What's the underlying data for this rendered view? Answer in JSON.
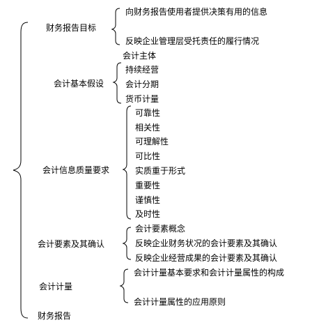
{
  "diagram": {
    "nodes": {
      "goal": "财务报告目标",
      "goal_1": "向财务报告使用者提供决策有用的信息",
      "goal_2": "反映企业管理层受托责任的履行情况",
      "assume": "会计基本假设",
      "assume_1": "会计主体",
      "assume_2": "持续经营",
      "assume_3": "会计分期",
      "assume_4": "货币计量",
      "quality": "会计信息质量要求",
      "quality_1": "可靠性",
      "quality_2": "相关性",
      "quality_3": "可理解性",
      "quality_4": "可比性",
      "quality_5": "实质重于形式",
      "quality_6": "重要性",
      "quality_7": "谨慎性",
      "quality_8": "及时性",
      "element": "会计要素及其确认",
      "element_1": "会计要素概念",
      "element_2": "反映企业财务状况的会计要素及其确认",
      "element_3": "反映企业经营成果的会计要素及其确认",
      "measure": "会计计量",
      "measure_1": "会计计量基本要求和会计计量属性的构成",
      "measure_2": "会计计量属性的应用原则",
      "report": "财务报告"
    }
  }
}
